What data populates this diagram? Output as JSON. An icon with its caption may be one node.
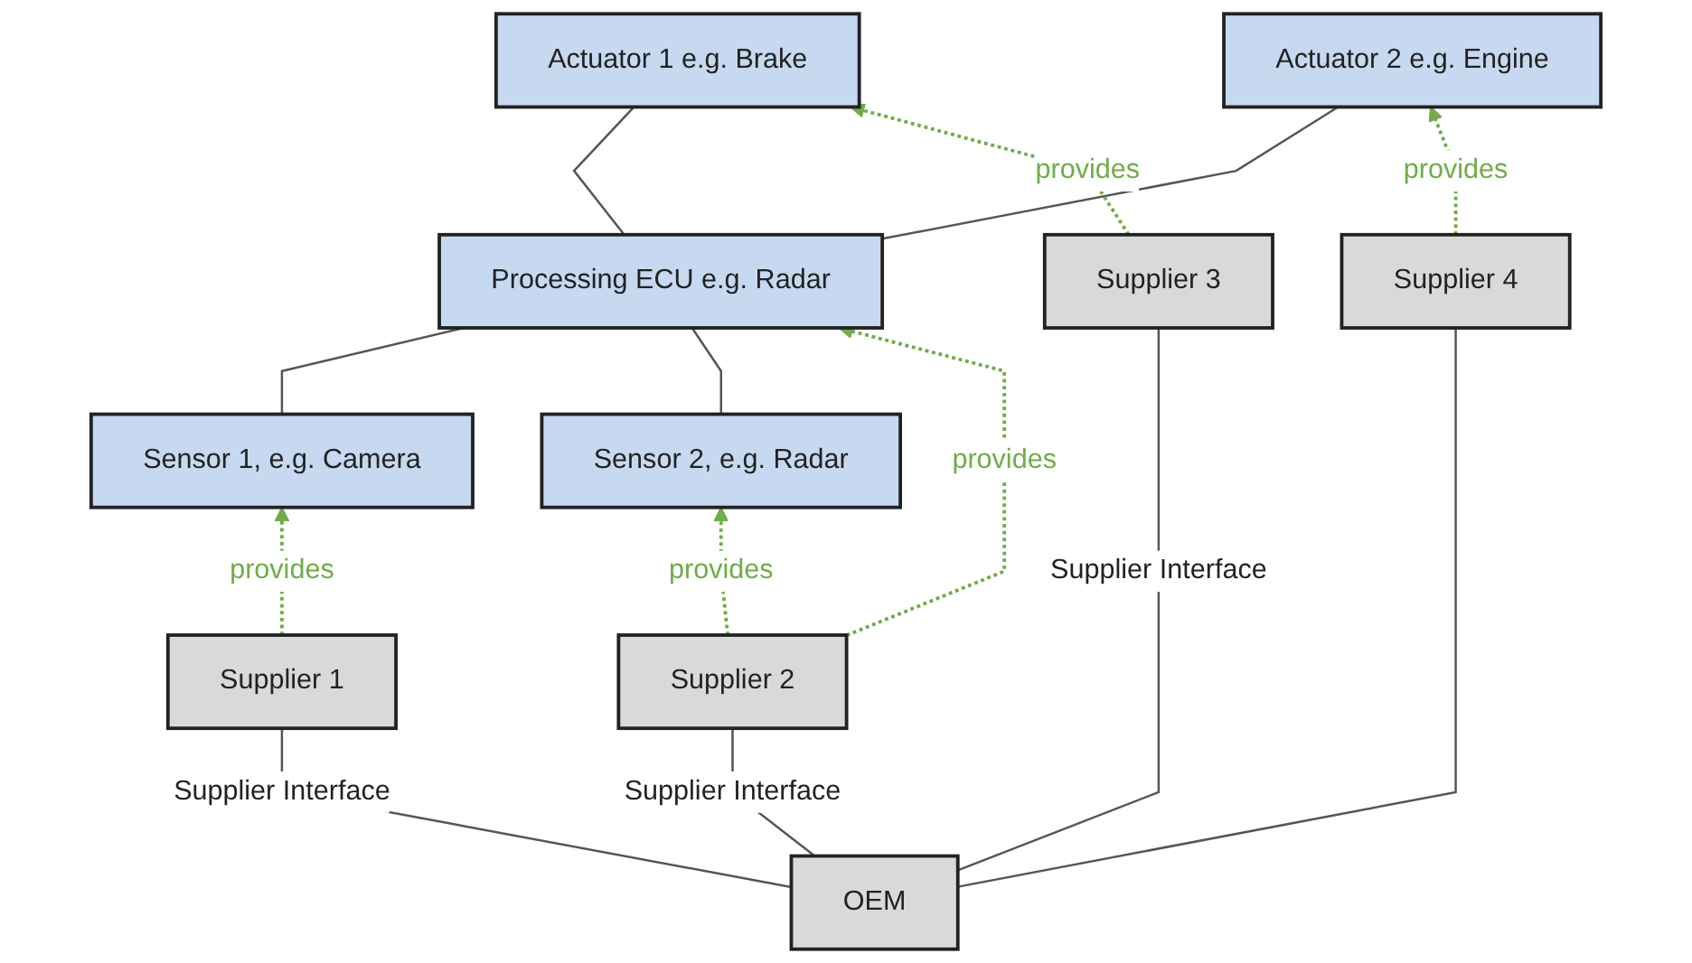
{
  "diagram": {
    "nodes": [
      {
        "text": [
          "Sensor 2, e.g. Radar"
        ]
      },
      {
        "text": [
          "Actuator 1 e.g. Brake"
        ]
      },
      {
        "text": [
          "Sensor 1, e.g. Camera"
        ]
      },
      {
        "text": [
          "Processing ECU e.g. Radar"
        ]
      },
      {
        "text": [
          "Actuator 2 e.g. Engine"
        ]
      },
      {
        "text": [
          "Supplier 1"
        ]
      },
      {
        "text": [
          "Supplier 3"
        ]
      },
      {
        "text": [
          "Supplier 2"
        ]
      },
      {
        "text": [
          "Supplier 4"
        ]
      },
      {
        "text": [
          "OEM"
        ]
      }
    ],
    "edges": [
      {
        "from": 2,
        "to": 3,
        "arrow": "none"
      },
      {
        "from": 0,
        "to": 3,
        "arrow": "none"
      },
      {
        "from": 3,
        "to": 1,
        "arrow": "none"
      },
      {
        "from": 3,
        "to": 4,
        "arrow": "none"
      },
      {
        "from": 5,
        "to": 2,
        "arrow": "to",
        "label": "provides",
        "style": "dashed",
        "color": "#70ad47"
      },
      {
        "from": 7,
        "to": 0,
        "arrow": "to",
        "label": "provides",
        "style": "dashed",
        "color": "#70ad47"
      },
      {
        "from": 7,
        "to": 3,
        "arrow": "to",
        "label": "provides",
        "style": "dashed",
        "color": "#70ad47"
      },
      {
        "from": 6,
        "to": 1,
        "arrow": "to",
        "label": "provides",
        "style": "dashed",
        "color": "#70ad47"
      },
      {
        "from": 8,
        "to": 4,
        "arrow": "to",
        "label": "provides",
        "style": "dashed",
        "color": "#70ad47"
      },
      {
        "from": 9,
        "to": 5,
        "arrow": "none",
        "label": "Supplier Interface"
      },
      {
        "from": 9,
        "to": 7,
        "arrow": "none",
        "label": "Supplier Interface"
      },
      {
        "from": 9,
        "to": 6,
        "arrow": "none",
        "label": "Supplier Interface"
      },
      {
        "from": 9,
        "to": 8,
        "arrow": "none"
      }
    ]
  }
}
